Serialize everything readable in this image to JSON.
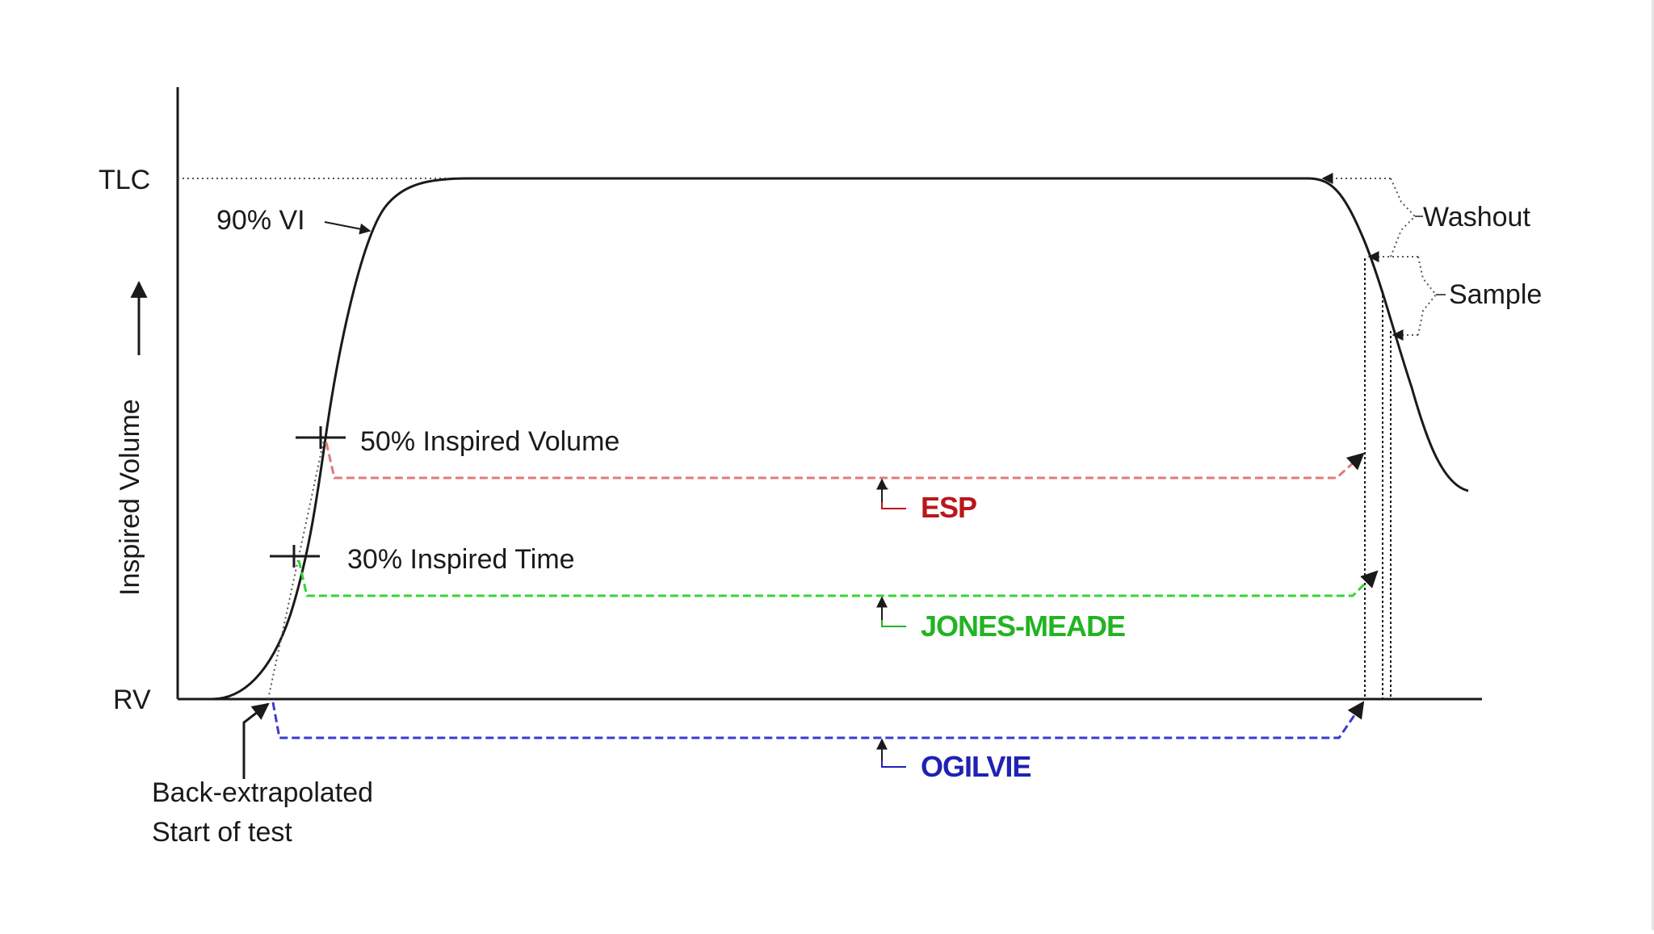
{
  "diagram": {
    "y_axis_label": "Inspired Volume",
    "levels": {
      "top": "TLC",
      "bottom": "RV"
    },
    "annotations": {
      "vi90": "90% VI",
      "inspired_volume_50": "50% Inspired Volume",
      "inspired_time_30": "30% Inspired Time",
      "washout": "Washout",
      "sample": "Sample",
      "back_extrapolated_line1": "Back-extrapolated",
      "back_extrapolated_line2": "Start of test"
    },
    "methods": [
      {
        "name": "ESP",
        "color": "#b8171b",
        "line_color": "#e07a7a"
      },
      {
        "name": "JONES-MEADE",
        "color": "#22b422",
        "line_color": "#3ad23a"
      },
      {
        "name": "OGILVIE",
        "color": "#1f22b4",
        "line_color": "#3a3ad2"
      }
    ],
    "colors": {
      "ink": "#1a1a1a",
      "dotted": "#555555"
    }
  }
}
